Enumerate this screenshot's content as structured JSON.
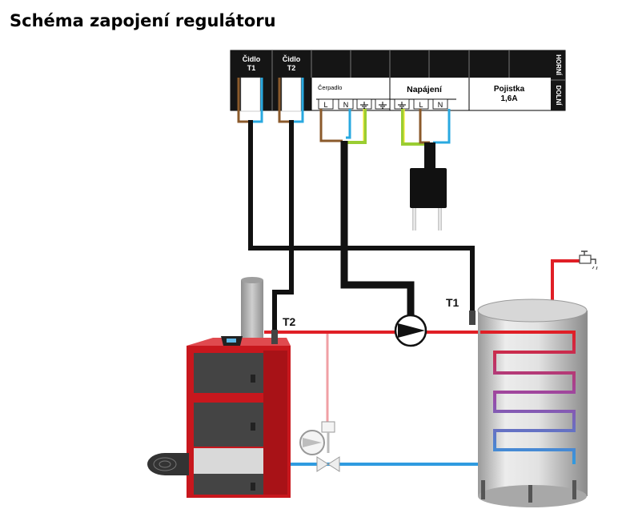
{
  "title": "Schéma zapojení regulátoru",
  "terminal_block": {
    "sensor_labels": [
      {
        "line1": "Čidlo",
        "line2": "T1"
      },
      {
        "line1": "Čidlo",
        "line2": "T2"
      }
    ],
    "side_upper": "HORNÍ",
    "side_lower": "DOLNÍ",
    "pump_label": "Čerpadlo",
    "power_label": "Napájení",
    "fuse_label": "Pojistka",
    "fuse_value": "1,6A",
    "pump_terminals": [
      "L",
      "N"
    ],
    "power_terminals": [
      "L",
      "N"
    ]
  },
  "labels": {
    "t1": "T1",
    "t2": "T2"
  },
  "colors": {
    "hot_pipe": "#e01f26",
    "cold_pipe": "#2f9be0",
    "cable": "#111111",
    "wire_brown": "#8b5a2b",
    "wire_blue": "#29a9e0",
    "wire_green": "#9acd32",
    "boiler_red": "#c8171d",
    "tank_grey": "#d9d9d9"
  }
}
